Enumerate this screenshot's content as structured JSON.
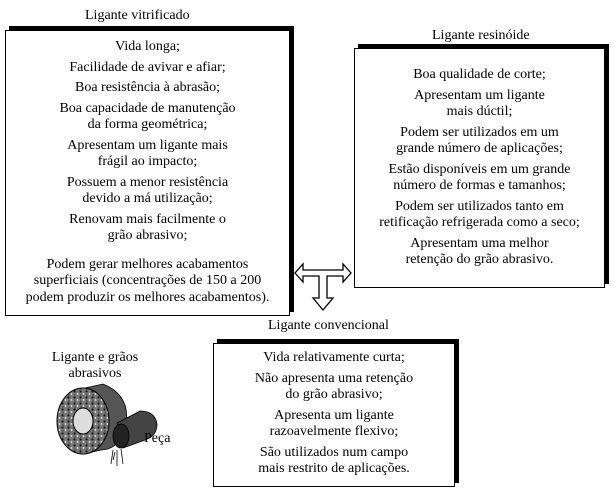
{
  "vitrificado": {
    "title": "Ligante vitrificado",
    "items": [
      [
        "Vida longa;"
      ],
      [
        "Facilidade de avivar e afiar;"
      ],
      [
        "Boa resistência à abrasão;"
      ],
      [
        "Boa capacidade de manutenção",
        "da forma geométrica;"
      ],
      [
        "Apresentam um ligante mais",
        "frágil ao impacto;"
      ],
      [
        "Possuem a menor resistência",
        "devido a má utilização;"
      ],
      [
        "Renovam mais facilmente o",
        "grão abrasivo;"
      ],
      [
        "Podem gerar melhores acabamentos",
        "superficiais (concentrações de 150 a 200",
        "podem produzir os melhores acabamentos)."
      ]
    ]
  },
  "resinoide": {
    "title": "Ligante resinóide",
    "items": [
      [
        "Boa qualidade de corte;"
      ],
      [
        "Apresentam um ligante",
        "mais dúctil;"
      ],
      [
        "Podem ser utilizados em um",
        "grande número de aplicações;"
      ],
      [
        "Estão disponíveis em um grande",
        "número de formas e tamanhos;"
      ],
      [
        "Podem ser utilizados tanto em",
        "retificação refrigerada como a seco;"
      ],
      [
        "Apresentam uma melhor",
        "retenção do grão abrasivo."
      ]
    ]
  },
  "convencional": {
    "title": "Ligante convencional",
    "items": [
      [
        "Vida relativamente curta;"
      ],
      [
        "Não apresenta uma retenção",
        "do grão abrasivo;"
      ],
      [
        "Apresenta um ligante",
        "razoavelmente flexivo;"
      ],
      [
        "São utilizados num campo",
        "mais restrito de aplicações."
      ]
    ]
  },
  "illustration": {
    "caption": "Ligante e grãos abrasivos",
    "workpiece_label": "Peça"
  }
}
